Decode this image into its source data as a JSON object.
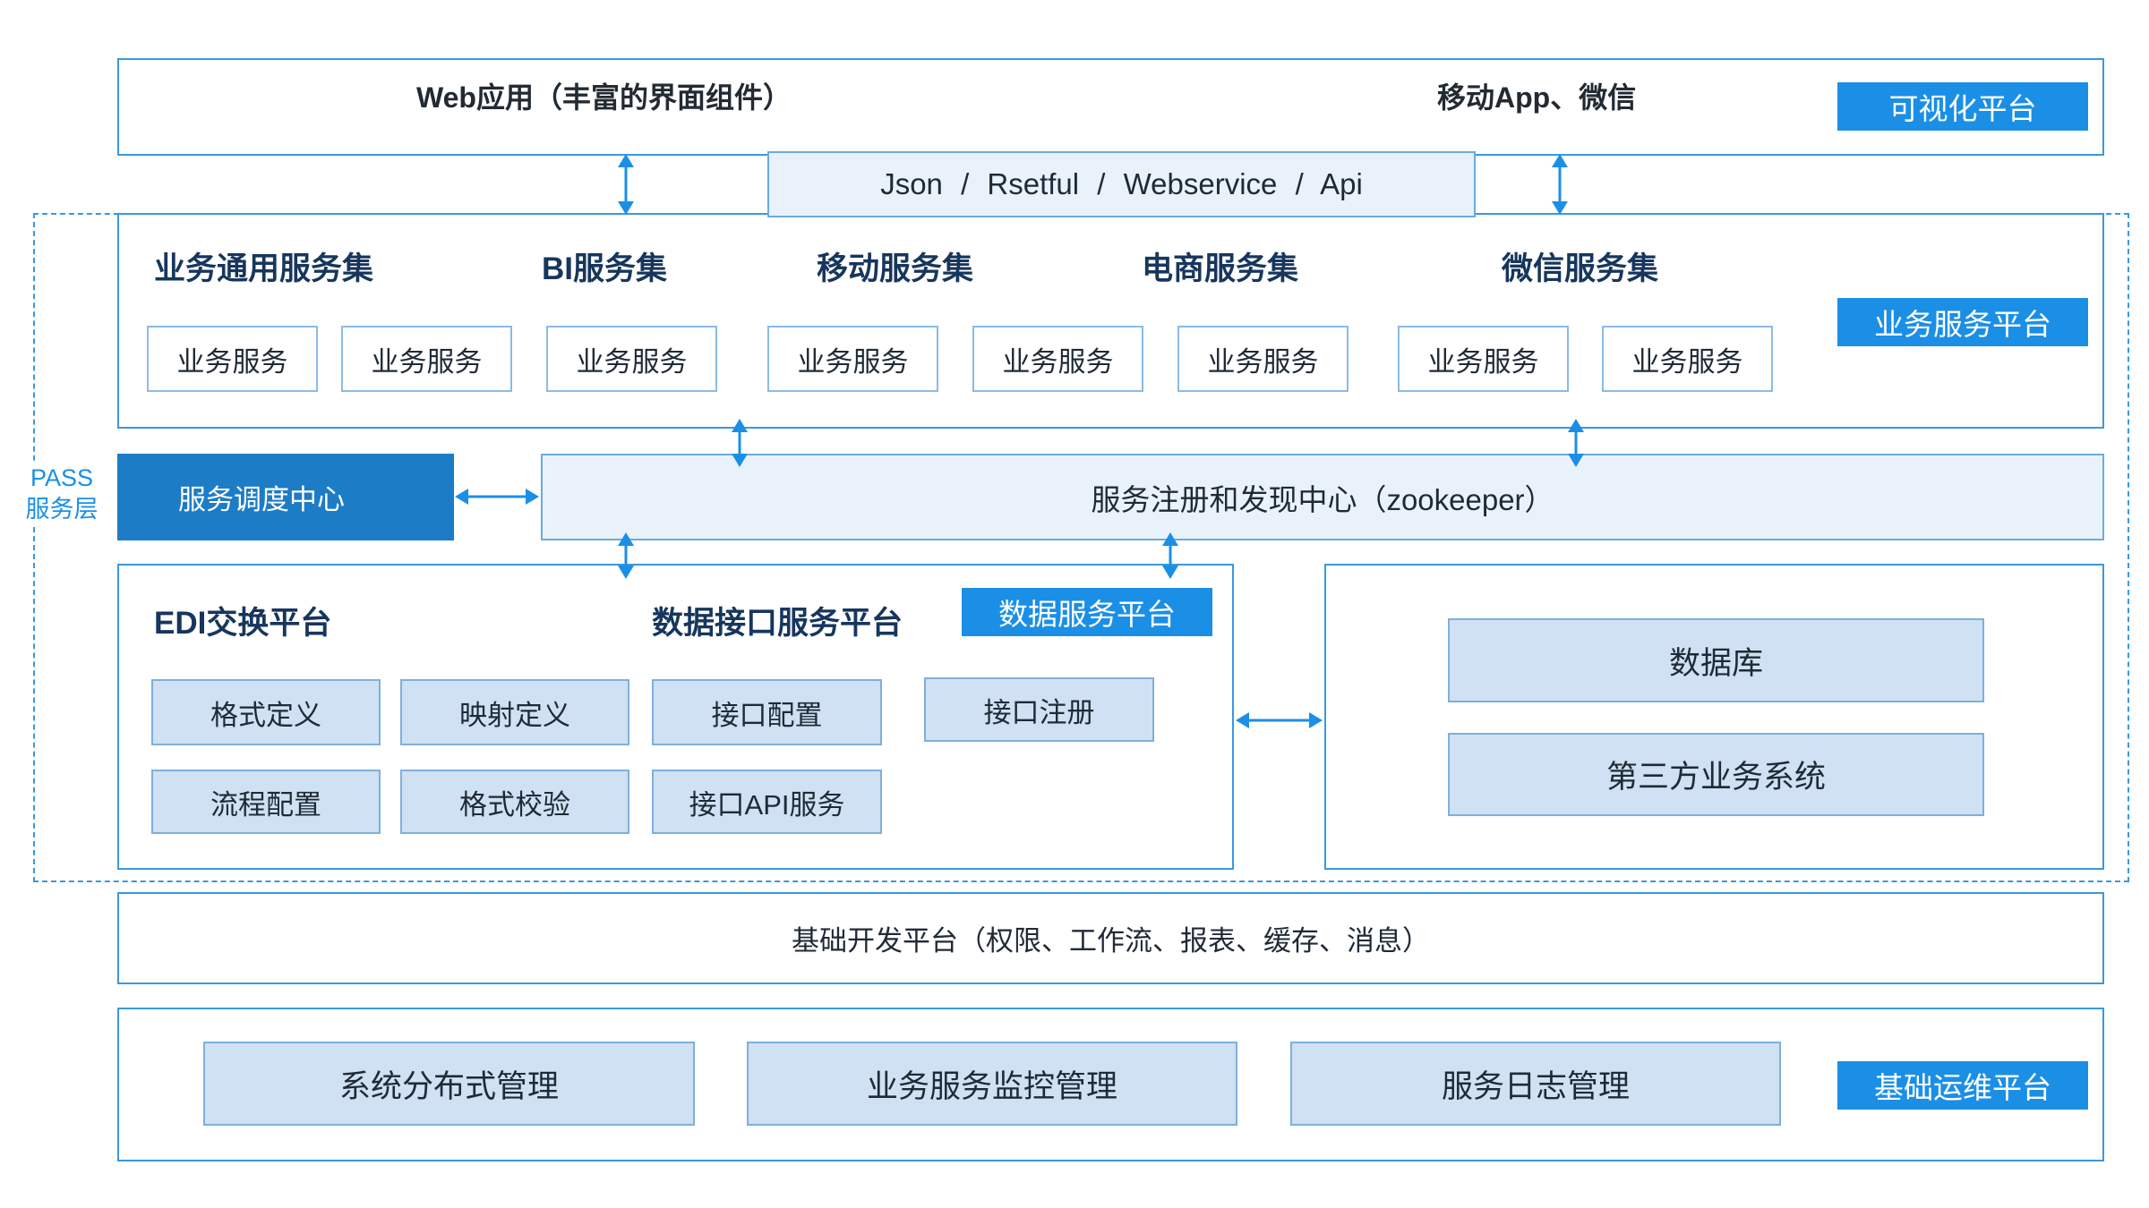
{
  "visualization_platform": {
    "web_app": "Web应用（丰富的界面组件）",
    "mobile_app": "移动App、微信",
    "badge": "可视化平台"
  },
  "api_layer": {
    "label": "Json / Rsetful / Webservice / Api"
  },
  "pass_layer": {
    "label_line1": "PASS",
    "label_line2": "服务层"
  },
  "business_platform": {
    "badge": "业务服务平台",
    "group_titles": [
      "业务通用服务集",
      "BI服务集",
      "移动服务集",
      "电商服务集",
      "微信服务集"
    ],
    "services": [
      "业务服务",
      "业务服务",
      "业务服务",
      "业务服务",
      "业务服务",
      "业务服务",
      "业务服务",
      "业务服务"
    ]
  },
  "scheduler": {
    "label": "服务调度中心"
  },
  "registry": {
    "label": "服务注册和发现中心（zookeeper）"
  },
  "data_platform": {
    "badge": "数据服务平台",
    "edi_title": "EDI交换平台",
    "interface_title": "数据接口服务平台",
    "modules": [
      "格式定义",
      "映射定义",
      "接口配置",
      "接口注册",
      "流程配置",
      "格式校验",
      "接口API服务"
    ]
  },
  "external_systems": {
    "items": [
      "数据库",
      "第三方业务系统"
    ]
  },
  "base_dev_platform": {
    "label": "基础开发平台（权限、工作流、报表、缓存、消息）"
  },
  "ops_platform": {
    "badge": "基础运维平台",
    "items": [
      "系统分布式管理",
      "业务服务监控管理",
      "服务日志管理"
    ]
  },
  "colors": {
    "accent": "#1b8fe6",
    "border": "#3a98dd",
    "scheduler": "#1c7cc6",
    "light_fill": "#e9f2fa",
    "module_fill": "#cfe1f2",
    "heading": "#17365d"
  }
}
